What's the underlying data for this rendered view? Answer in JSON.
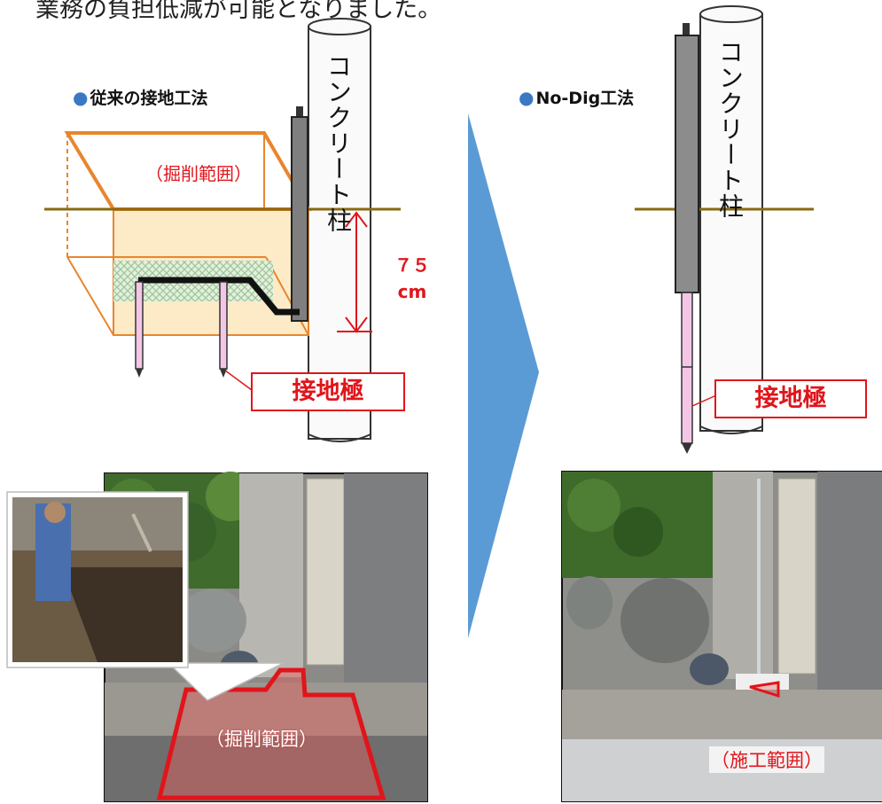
{
  "header": {
    "text": "業務の負担低減が可能となりました。"
  },
  "left": {
    "title": "従来の接地工法",
    "pole_label": "コンクリート柱",
    "excavation_label": "（掘削範囲）",
    "depth_value": "７５",
    "depth_unit": "cm",
    "electrode_label": "接地極",
    "photo_area_label": "（掘削範囲）"
  },
  "right": {
    "title": "No-Dig工法",
    "pole_label": "コンクリート柱",
    "electrode_label": "接地極",
    "photo_area_label": "（施工範囲）"
  },
  "colors": {
    "ground_line": "#8a6a12",
    "excavation_outline": "#e8862d",
    "excavation_fill": "#fdebc8",
    "annotation_red": "#e0151b",
    "arrow_blue": "#5b9bd5",
    "bullet_blue": "#3b78c3",
    "electrode_pink": "#f4c6e6"
  }
}
